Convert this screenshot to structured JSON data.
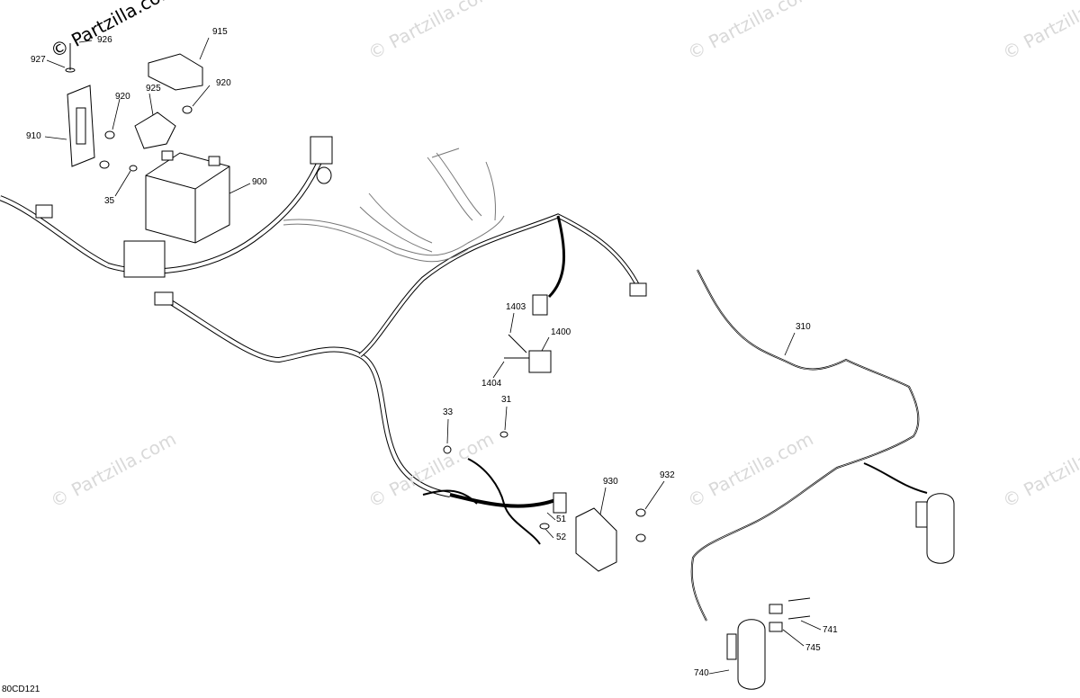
{
  "diagram_code": "80CD121",
  "watermark": "© Partzilla.com",
  "callouts": {
    "c926": "926",
    "c927": "927",
    "c915": "915",
    "c920a": "920",
    "c920b": "920",
    "c925": "925",
    "c910": "910",
    "c35": "35",
    "c900": "900",
    "c1403": "1403",
    "c1400": "1400",
    "c1404": "1404",
    "c310": "310",
    "c33": "33",
    "c31": "31",
    "c930": "930",
    "c932": "932",
    "c51": "51",
    "c52": "52",
    "c741": "741",
    "c745": "745",
    "c740": "740"
  }
}
